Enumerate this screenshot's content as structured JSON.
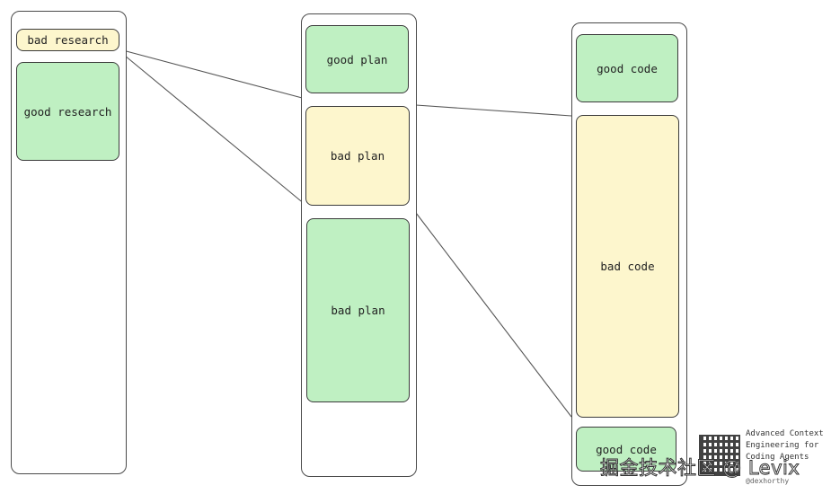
{
  "diagram": {
    "research_column": {
      "boxes": [
        {
          "label": "bad research",
          "status": "bad"
        },
        {
          "label": "good research",
          "status": "good"
        }
      ]
    },
    "plan_column": {
      "boxes": [
        {
          "label": "good plan",
          "status": "good"
        },
        {
          "label": "bad plan",
          "status": "bad"
        },
        {
          "label": "bad plan",
          "status": "good"
        }
      ]
    },
    "code_column": {
      "boxes": [
        {
          "label": "good code",
          "status": "good"
        },
        {
          "label": "bad code",
          "status": "bad"
        },
        {
          "label": "good code",
          "status": "good"
        }
      ]
    }
  },
  "colors": {
    "good_fill": "#bff0c2",
    "bad_fill": "#fdf6cd",
    "stroke": "#3b3b3b"
  },
  "footer": {
    "title_lines": [
      "Advanced Context",
      "Engineering for",
      "Coding Agents"
    ],
    "handle": "@dexhorthy",
    "watermark": "掘金技术社区 @ Levix"
  }
}
